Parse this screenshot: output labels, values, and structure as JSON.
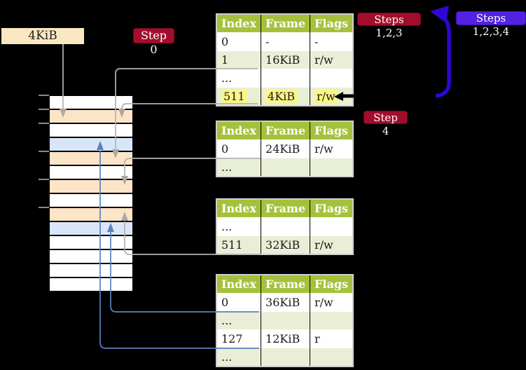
{
  "labels": {
    "membox": "4KiB",
    "step0": "Step 0",
    "steps123": "Steps 1,2,3",
    "steps1234": "Steps 1,2,3,4",
    "step4": "Step 4"
  },
  "colors": {
    "header_green": "#a5c13c",
    "row_light_green": "#e9efd6",
    "row_peach": "#fce4c6",
    "row_blue": "#d9e6f7",
    "label_red": "#a30d2c",
    "label_violet": "#5222e2",
    "loop_arrow_indigo": "#2f06d2",
    "connector_gray": "#b3b3b3",
    "connector_blue": "#5b81bd",
    "highlight_yellow": "#fbf687",
    "membox_wheat": "#f9e8c2"
  },
  "memory": {
    "rows": [
      "white",
      "peach",
      "white",
      "blue",
      "peach",
      "white",
      "peach",
      "white",
      "peach",
      "blue",
      "white",
      "white",
      "white",
      "white"
    ]
  },
  "tables": {
    "t1": {
      "headers": [
        "Index",
        "Frame",
        "Flags"
      ],
      "rows": [
        [
          "0",
          "-",
          "-"
        ],
        [
          "1",
          "16KiB",
          "r/w"
        ],
        [
          "...",
          "",
          ""
        ],
        [
          "511",
          "4KiB",
          "r/w"
        ]
      ]
    },
    "t2": {
      "headers": [
        "Index",
        "Frame",
        "Flags"
      ],
      "rows": [
        [
          "0",
          "24KiB",
          "r/w"
        ],
        [
          "...",
          "",
          ""
        ]
      ]
    },
    "t3": {
      "headers": [
        "Index",
        "Frame",
        "Flags"
      ],
      "rows": [
        [
          "...",
          "",
          ""
        ],
        [
          "511",
          "32KiB",
          "r/w"
        ]
      ]
    },
    "t4": {
      "headers": [
        "Index",
        "Frame",
        "Flags"
      ],
      "rows": [
        [
          "0",
          "36KiB",
          "r/w"
        ],
        [
          "...",
          "",
          ""
        ],
        [
          "127",
          "12KiB",
          "r"
        ],
        [
          "...",
          "",
          ""
        ]
      ]
    }
  }
}
